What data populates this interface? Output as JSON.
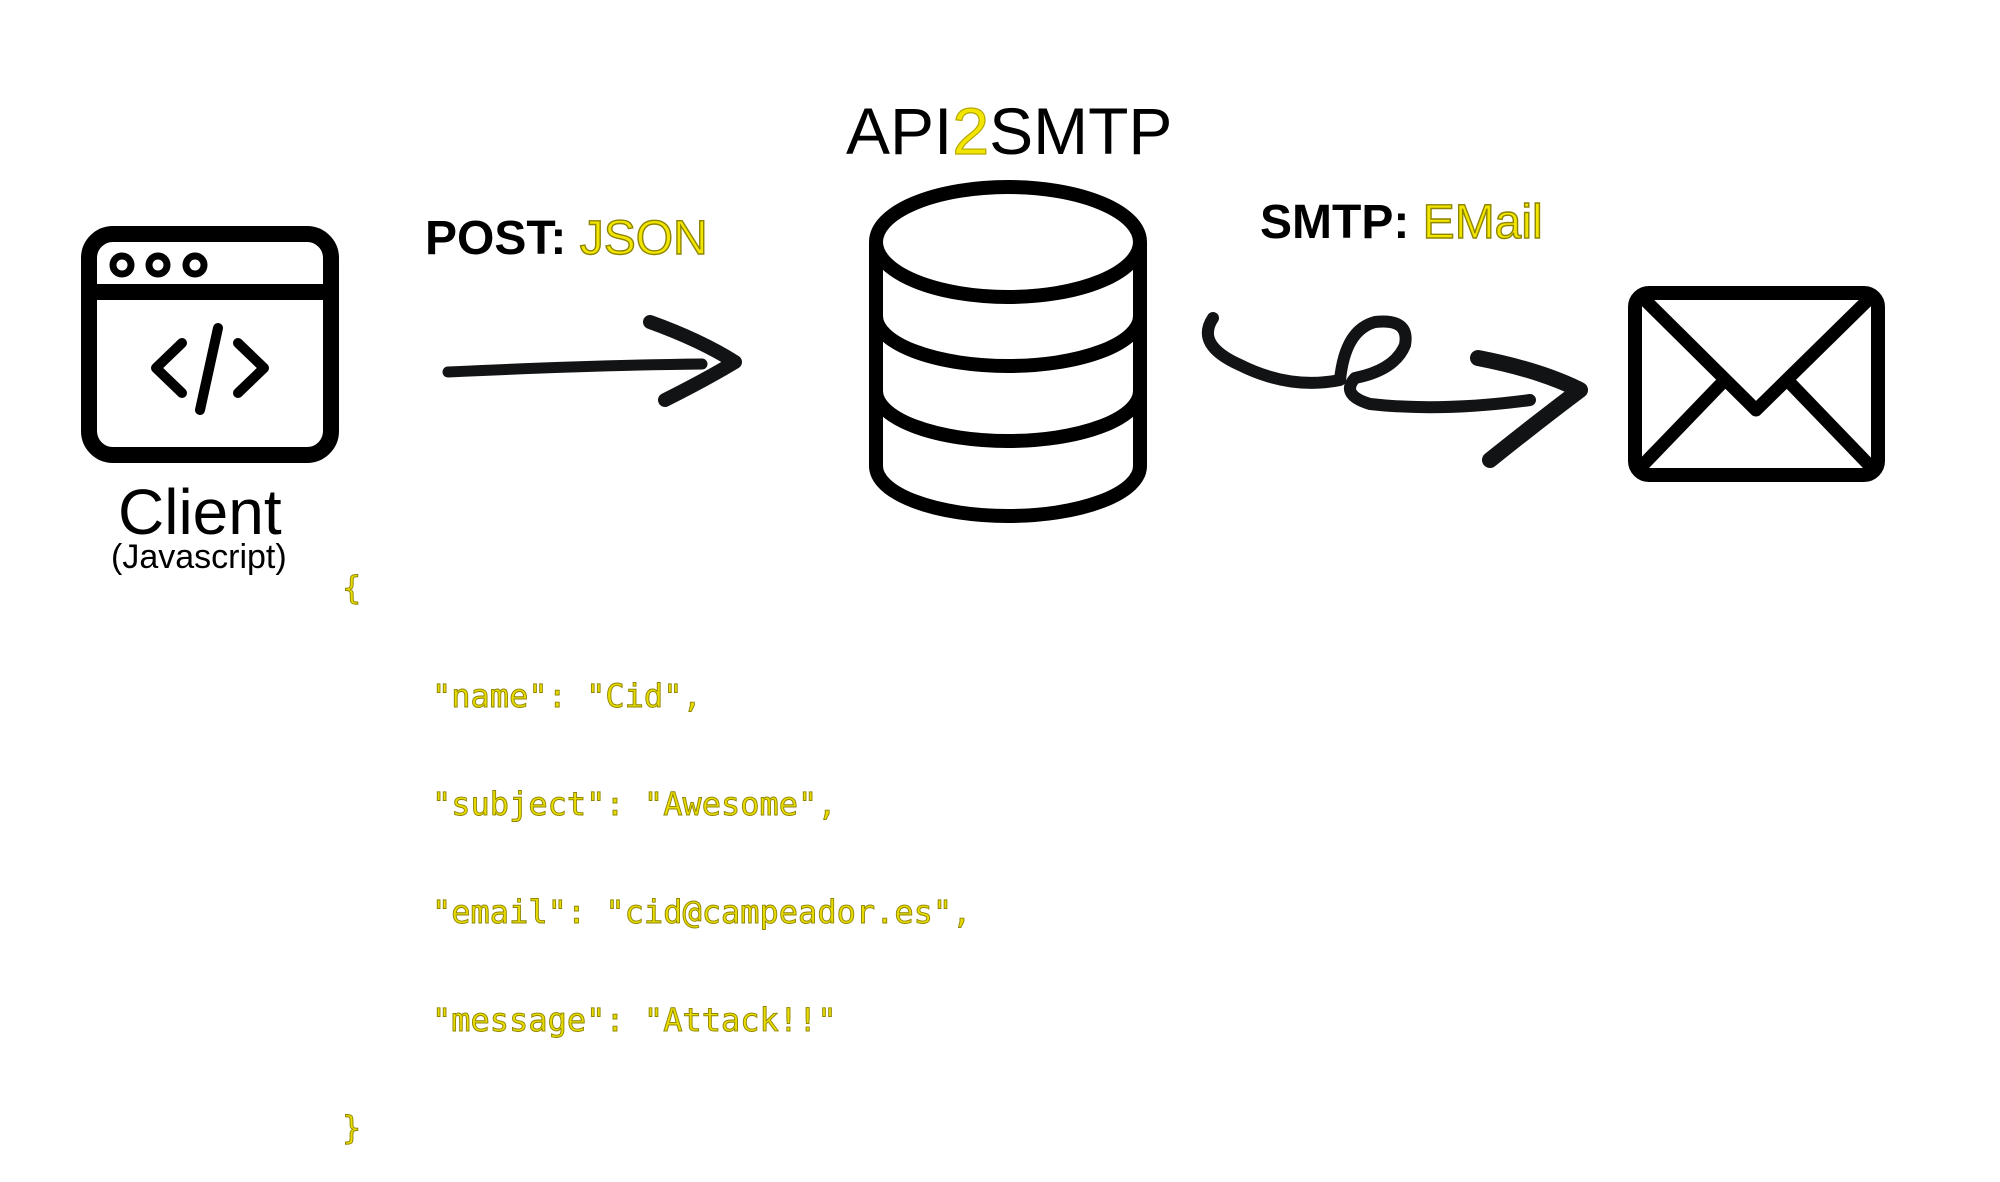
{
  "diagram": {
    "server": {
      "title_prefix": "API",
      "title_highlight": "2",
      "title_suffix": "SMTP",
      "icon": "database-icon"
    },
    "client": {
      "title": "Client",
      "subtitle": "(Javascript)",
      "icon": "code-window-icon"
    },
    "post_label": {
      "method": "POST:",
      "format": "JSON"
    },
    "smtp_label": {
      "protocol": "SMTP:",
      "format": "EMail"
    },
    "email": {
      "icon": "envelope-icon"
    },
    "json_example": {
      "open": "{",
      "lines": [
        "\"name\": \"Cid\",",
        "\"subject\": \"Awesome\",",
        "\"email\": \"cid@campeador.es\",",
        "\"message\": \"Attack!!\""
      ],
      "close": "}"
    },
    "colors": {
      "highlight": "#f2e600",
      "ink": "#000000",
      "arrow": "#111315"
    }
  }
}
